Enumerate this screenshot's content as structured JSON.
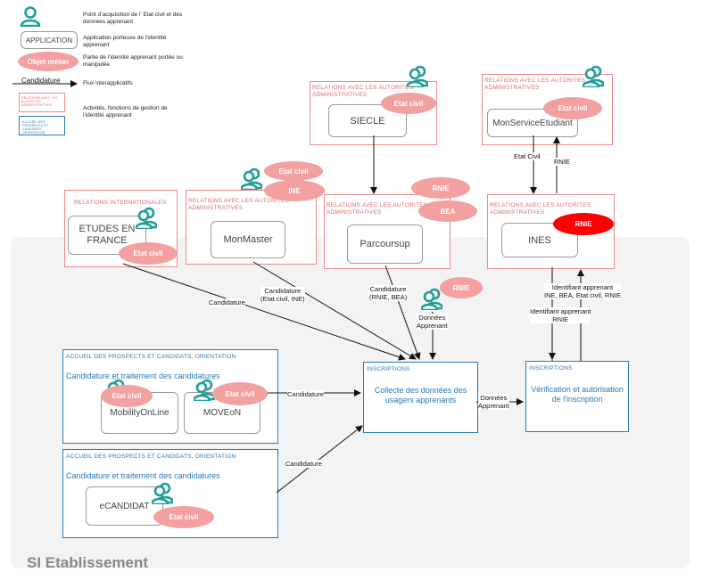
{
  "legend": {
    "person_text": "Point d'acquisition de l' Etat civil et des données apprenant",
    "app_box": "APPLICATION",
    "app_text": "Application porteuse de l'identité apprenant",
    "pill_box": "Objet métier",
    "pill_text": "Partie de l'identité apprenant portée ou manipulée",
    "arrow_label": "Candidature",
    "arrow_text": "Flux interapplicatifs",
    "frame_red_text": "RELATIONS AVEC LES AUTORITES ADMINISTRATIVES",
    "frame_blue_text": "ACCUEIL DES PROSPECTS ET CANDIDATS, ORIENTATION",
    "frames_text": "Activités, fonctions de gestion de l'identité apprenant"
  },
  "zone_label": "SI Etablissement",
  "frames": {
    "siecle": "RELATIONS AVEC LES AUTORITES ADMINISTRATIVES",
    "monservice": "RELATIONS AVEC LES AUTORITES ADMINISTRATIVES",
    "international": "RELATIONS INTERNATIONALES",
    "monmaster": "RELATIONS AVEC LES AUTORITES ADMINISTRATIVES",
    "parcoursup": "RELATIONS AVEC LES AUTORITES ADMINISTRATIVES",
    "ines": "RELATIONS AVEC LES AUTORITES ADMINISTRATIVES",
    "accueil1": "ACCUEIL DES PROSPECTS ET CANDIDATS, ORIENTATION",
    "accueil1_sub": "Candidature et traitement des candidatures",
    "accueil2": "ACCUEIL DES PROSPECTS ET CANDIDATS, ORIENTATION",
    "accueil2_sub": "Candidature et traitement des candidatures",
    "inscriptions1": "INSCRIPTIONS",
    "inscriptions1_body": "Collecte des données des usagers apprenants",
    "inscriptions2": "INSCRIPTIONS",
    "inscriptions2_body": "Vérification et autorisation de l'inscription"
  },
  "apps": {
    "siecle": "SIECLE",
    "monservice": "MonServiceEtudiant",
    "etudes": "ETUDES EN FRANCE",
    "monmaster": "MonMaster",
    "parcoursup": "Parcoursup",
    "ines": "INES",
    "mobility": "MobilityOnLine",
    "moveon": "MOVEoN",
    "ecandidat": "eCANDIDAT"
  },
  "pills": {
    "siecle": "Etat civil",
    "monservice": "Etat civil",
    "monmaster_ec": "Etat civil",
    "monmaster_ine": "INE",
    "parcoursup_rnie": "RNIE",
    "parcoursup_bea": "BEA",
    "ines_rnie": "RNIE",
    "etudes": "Etat civil",
    "donnees_rnie": "RNIE",
    "mobility": "Etat civil",
    "moveon": "Etat civil",
    "ecandidat": "Etat civil"
  },
  "edges": {
    "etat_civil": "Etat Civil",
    "rnie_up": "RNIE",
    "etudes_cand": "Candidature",
    "monmaster_cand": "Candidature\n(Etat civil, INE)",
    "parcoursup_cand": "Candidature\n(RNIE, BEA)",
    "donnees_apprenant": "Données\nApprenant",
    "moveon_cand": "Candidature",
    "ecandidat_cand": "Candidature",
    "collecte_verif": "Données\nApprenant",
    "verif_ines": "Identifiant apprenant\nRNIE",
    "ines_verif": "Identifiant apprenant\nINE, BEA, Etat civil, RNIE"
  },
  "colors": {
    "person_icon": "#1f9e96",
    "pill": "#f2a0a0",
    "pill_alert": "#ff0000",
    "frame_red": "#ee8a8a",
    "frame_blue": "#2a78b8",
    "zone": "#f3f3f3"
  }
}
